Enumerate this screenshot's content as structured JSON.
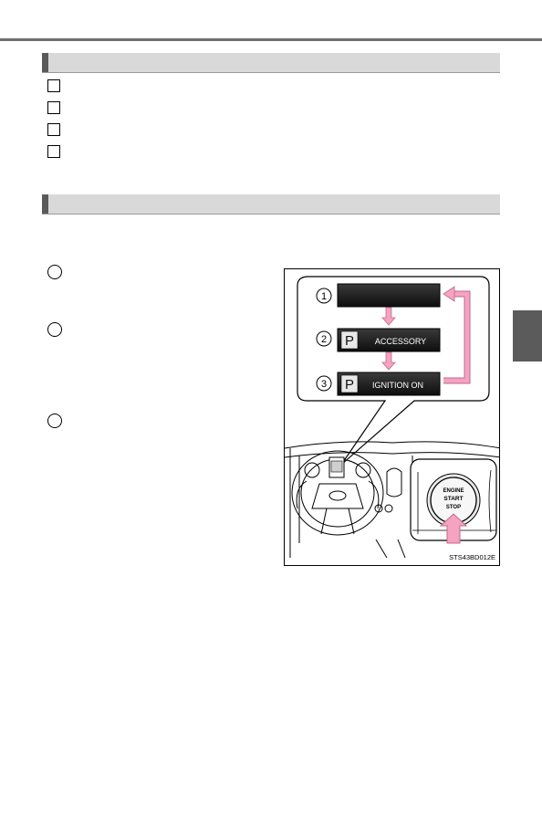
{
  "figure": {
    "steps": [
      {
        "number": "1",
        "label": ""
      },
      {
        "number": "2",
        "gear": "P",
        "label": "ACCESSORY"
      },
      {
        "number": "3",
        "gear": "P",
        "label": "IGNITION ON"
      }
    ],
    "button_text": [
      "ENGINE",
      "START",
      "STOP"
    ],
    "code": "STS43BD012E",
    "colors": {
      "arrow": "#f5a3c0",
      "arrow_stroke": "#c06a8a",
      "display": "#1a1a1a"
    }
  }
}
